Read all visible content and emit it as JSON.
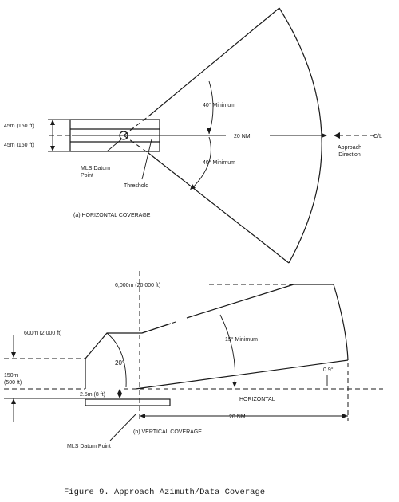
{
  "horizontal": {
    "caption": "(a)  HORIZONTAL COVERAGE",
    "upper_width": "45m (150 ft)",
    "lower_width": "45m (150 ft)",
    "upper_angle": "40° Minimum",
    "lower_angle": "40° Minimum",
    "range": "20 NM",
    "centerline": "C/L",
    "approach_line1": "Approach",
    "approach_line2": "Direction",
    "datum_line1": "MLS Datum",
    "datum_line2": "Point",
    "threshold": "Threshold"
  },
  "vertical": {
    "caption": "(b)  VERTICAL COVERAGE",
    "max_height": "6,000m (20,000 ft)",
    "mid_height": "600m (2,000 ft)",
    "side_height_line1": "150m",
    "side_height_line2": "(500 ft)",
    "side_angle": "20°",
    "elev_angle": "15° Minimum",
    "min_angle": "0.9°",
    "horizontal_label": "HORIZONTAL",
    "antenna_height": "2.5m (8 ft)",
    "range": "20 NM",
    "datum": "MLS Datum Point"
  },
  "figure_caption": "Figure 9.  Approach Azimuth/Data Coverage"
}
